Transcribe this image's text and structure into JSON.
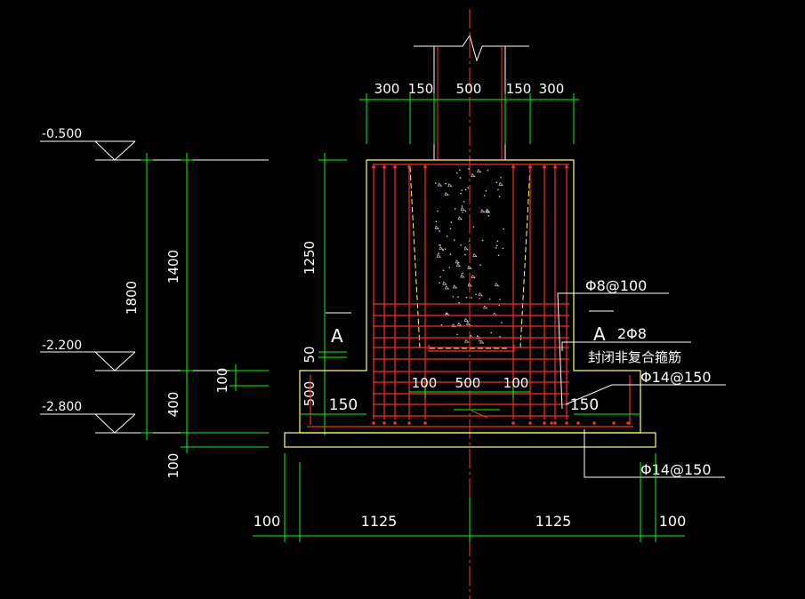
{
  "drawing": {
    "top_dims": [
      "300",
      "150",
      "500",
      "150",
      "300"
    ],
    "elevations": [
      "-0.500",
      "-2.200",
      "-2.800"
    ],
    "left_dims": {
      "total_height": "1800",
      "upper_height": "1400",
      "lower_height": "400",
      "cushion": "100",
      "step": "100"
    },
    "middle_dims": {
      "pedestal_height": "1250",
      "gap": "50",
      "base_height": "500"
    },
    "inner_dims": [
      "100",
      "500",
      "100"
    ],
    "step_width_left": "150",
    "step_width_right": "150",
    "bottom_dims": [
      "100",
      "1125",
      "1125",
      "100"
    ],
    "section_label": "A",
    "rebar_notes": {
      "stirrup": "Φ8@100",
      "section_tag": "A",
      "tie_bars": "2Φ8",
      "closure_note": "封闭非复合箍筋",
      "top_mesh": "Φ14@150",
      "bottom_mesh": "Φ14@150"
    },
    "colors": {
      "background": "#000000",
      "dimension": "#00ff00",
      "outline": "#ffff66",
      "rebar": "#ff2a2a",
      "text": "#ffffff",
      "centerline": "#ff3030",
      "hatch": "#d0d0d0"
    }
  }
}
